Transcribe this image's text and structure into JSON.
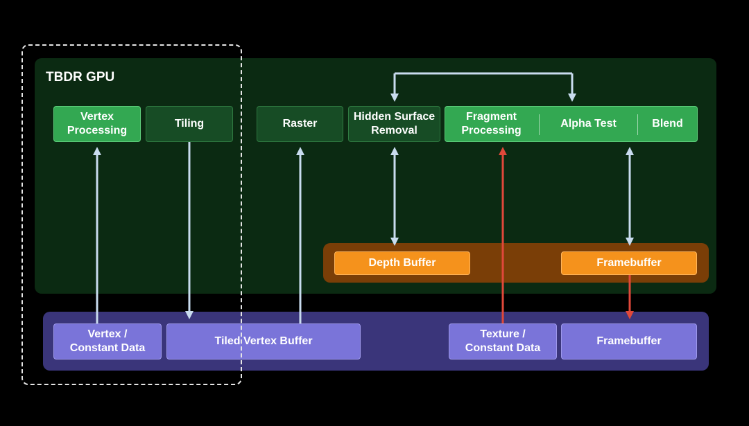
{
  "title": "TBDR GPU",
  "gpu_stages": {
    "vertex_processing": "Vertex\nProcessing",
    "tiling": "Tiling",
    "raster": "Raster",
    "hidden_surface_removal": "Hidden Surface\nRemoval",
    "fragment_processing": "Fragment\nProcessing",
    "alpha_test": "Alpha Test",
    "blend": "Blend"
  },
  "on_chip_buffers": {
    "depth_buffer": "Depth Buffer",
    "framebuffer": "Framebuffer"
  },
  "memory": {
    "vertex_constant_data": "Vertex /\nConstant Data",
    "tiled_vertex_buffer": "Tiled Vertex Buffer",
    "texture_constant_data": "Texture /\nConstant Data",
    "framebuffer": "Framebuffer"
  },
  "colors": {
    "arrow": "#c9dcef",
    "texture_arrow": "#e0483a",
    "stage_bright": "#33a852",
    "stage_dark": "#174c25",
    "buffer": "#f5921c",
    "memory": "#7a74d9"
  }
}
